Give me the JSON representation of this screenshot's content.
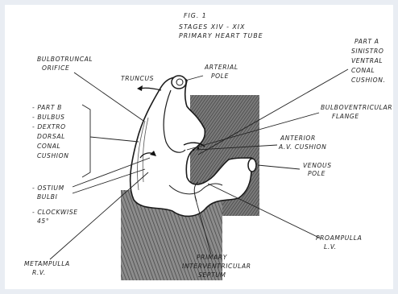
{
  "figure": {
    "fig_number": "FIG. 1",
    "subtitle_1": "STAGES XIV - XIX",
    "subtitle_2": "PRIMARY HEART TUBE"
  },
  "labels": {
    "bulbotruncal": [
      "BULBOTRUNCAL",
      "ORIFICE"
    ],
    "truncus": "TRUNCUS",
    "arterial_pole": [
      "ARTERIAL",
      "POLE"
    ],
    "part_a": [
      "PART A",
      "SINISTRO",
      "VENTRAL",
      "CONAL",
      "CUSHION."
    ],
    "part_b": [
      "- PART B",
      "- BULBUS",
      "- DEXTRO",
      "DORSAL",
      "CONAL",
      "CUSHION"
    ],
    "bulboventricular": [
      "BULBOVENTRICULAR",
      "FLANGE"
    ],
    "anterior_av": [
      "ANTERIOR",
      "A.V. CUSHION"
    ],
    "venous_pole": [
      "VENOUS",
      "POLE"
    ],
    "ostium": [
      "- OSTIUM",
      "BULBI"
    ],
    "clockwise": [
      "- CLOCKWISE",
      "45°"
    ],
    "proampulla": [
      "PROAMPULLA",
      "L.V."
    ],
    "metampulla": [
      "METAMPULLA",
      "R.V."
    ],
    "septum": [
      "PRIMARY",
      "INTERVENTRICULAR",
      "SEPTUM"
    ]
  }
}
